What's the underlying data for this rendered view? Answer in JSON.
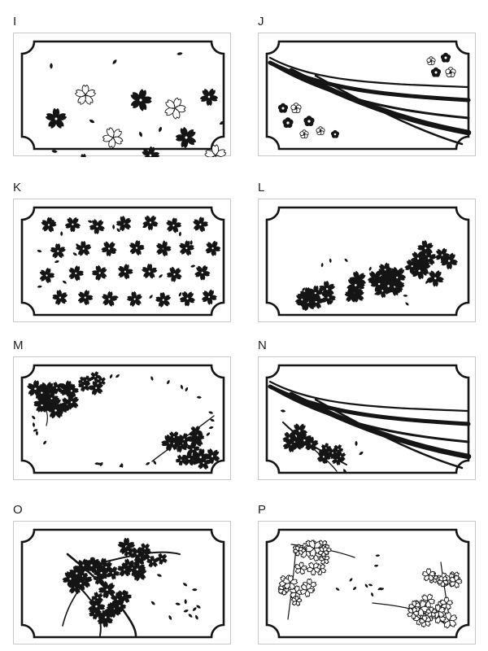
{
  "colors": {
    "ink": "#151515",
    "card_border": "#c8c8c8",
    "background": "#ffffff"
  },
  "cards": [
    {
      "label": "I",
      "motif": "scattered-sakura-outline-and-solid"
    },
    {
      "label": "J",
      "motif": "flowing-stripes-with-plum-blossoms"
    },
    {
      "label": "K",
      "motif": "scattered-small-sakura"
    },
    {
      "label": "L",
      "motif": "sakura-drift-lower-right"
    },
    {
      "label": "M",
      "motif": "sakura-clusters-corners"
    },
    {
      "label": "N",
      "motif": "flowing-stripes-with-sakura-branch"
    },
    {
      "label": "O",
      "motif": "sakura-branch-left"
    },
    {
      "label": "P",
      "motif": "sakura-branch-corners-outline"
    }
  ]
}
